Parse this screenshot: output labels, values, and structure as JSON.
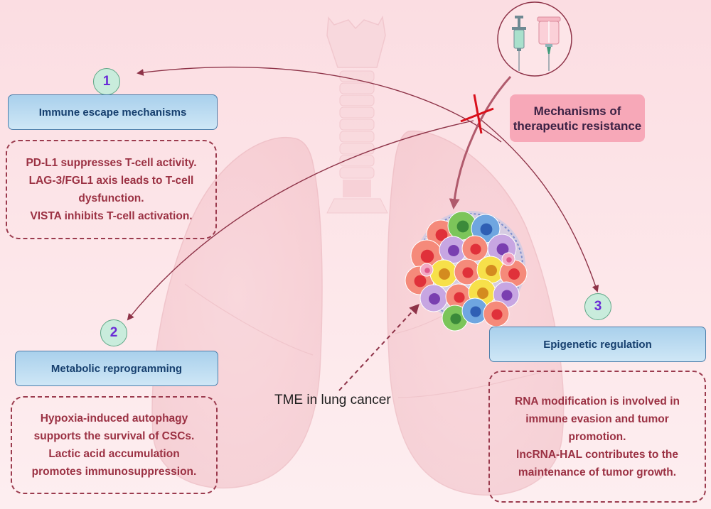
{
  "title": "Mechanisms of therapeutic resistance",
  "center_label": "TME in lung cancer",
  "colors": {
    "background": "#fbdde2",
    "arrow": "#8e3348",
    "block_mark": "#d9101c",
    "title_box": "#a9d0ec",
    "title_text": "#163f6e",
    "detail_text": "#9b3143",
    "number_circle": "#c9ecdc",
    "number_text": "#6a2bd6",
    "resistance_box": "#f7a8b8"
  },
  "icons": {
    "therapy": "syringe-and-infusion-bag-icon",
    "tumor": "tumor-microenvironment-cell-cluster-icon",
    "anatomy": "lungs-and-trachea-illustration",
    "block": "red-x-block-icon"
  },
  "mechanisms": [
    {
      "number": "1",
      "title": "Immune escape mechanisms",
      "details": [
        "PD-L1 suppresses T-cell activity.",
        "LAG-3/FGL1 axis leads to T-cell",
        "dysfunction.",
        "VISTA inhibits T-cell activation."
      ]
    },
    {
      "number": "2",
      "title": "Metabolic reprogramming",
      "details": [
        "Hypoxia-induced autophagy",
        "supports the survival of CSCs.",
        "Lactic acid accumulation",
        "promotes immunosuppression."
      ]
    },
    {
      "number": "3",
      "title": "Epigenetic regulation",
      "details": [
        "RNA modification is involved in",
        "immune evasion and tumor",
        "promotion.",
        "lncRNA-HAL contributes to the",
        "maintenance of tumor growth."
      ]
    }
  ]
}
